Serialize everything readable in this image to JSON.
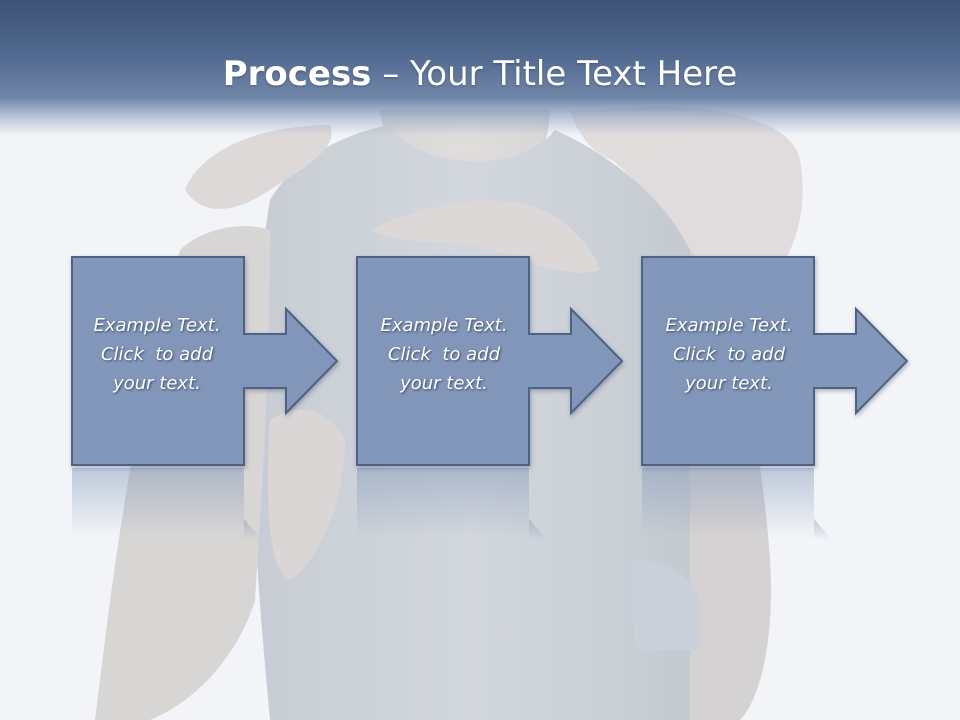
{
  "slide": {
    "title_bold": "Process",
    "title_rest": " – Your Title Text Here"
  },
  "steps": [
    {
      "line1": "Example Text.",
      "line2": "Click  to add",
      "line3": "your text."
    },
    {
      "line1": "Example Text.",
      "line2": "Click  to add",
      "line3": "your text."
    },
    {
      "line1": "Example Text.",
      "line2": "Click  to add",
      "line3": "your text."
    }
  ],
  "colors": {
    "header": "#4a6189",
    "box_fill": "#8196ba",
    "box_stroke": "#4d6286",
    "title_text": "#ffffff"
  }
}
